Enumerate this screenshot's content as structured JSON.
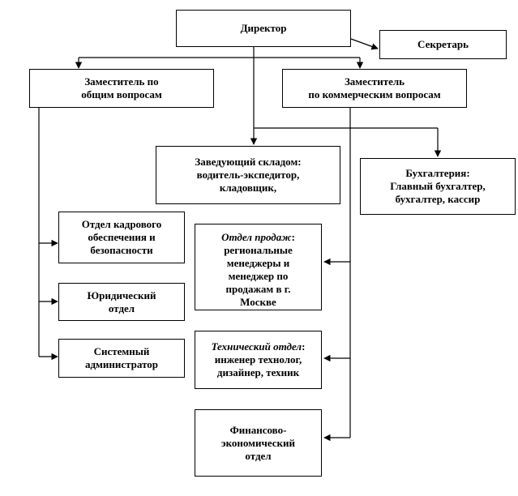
{
  "org_chart": {
    "director": {
      "lines": [
        "Директор"
      ]
    },
    "secretary": {
      "lines": [
        "Секретарь"
      ]
    },
    "deputy_general": {
      "lines": [
        "Заместитель по",
        "общим вопросам"
      ]
    },
    "deputy_commercial": {
      "lines": [
        "Заместитель",
        "по коммерческим вопросам"
      ]
    },
    "warehouse_head": {
      "lines": [
        "Заведующий складом:",
        "водитель-экспедитор,",
        "кладовщик,"
      ]
    },
    "accounting": {
      "lines": [
        "Бухгалтерия:",
        "Главный бухгалтер,",
        "бухгалтер,  кассир"
      ]
    },
    "hr_security": {
      "lines": [
        "Отдел кадрового",
        "обеспечения и",
        "безопасности"
      ]
    },
    "legal": {
      "lines": [
        "Юридический",
        "отдел"
      ]
    },
    "sysadmin": {
      "lines": [
        "Системный",
        "администратор"
      ]
    },
    "sales": {
      "title": "Отдел продаж",
      "lines": [
        "региональные",
        "менеджеры и",
        "менеджер по",
        "продажам в г.",
        "Москве"
      ]
    },
    "technical": {
      "title": "Технический отдел",
      "lines": [
        "инженер технолог,",
        "дизайнер, техник"
      ]
    },
    "finance": {
      "lines": [
        "Финансово-",
        "экономический",
        "отдел"
      ]
    }
  }
}
